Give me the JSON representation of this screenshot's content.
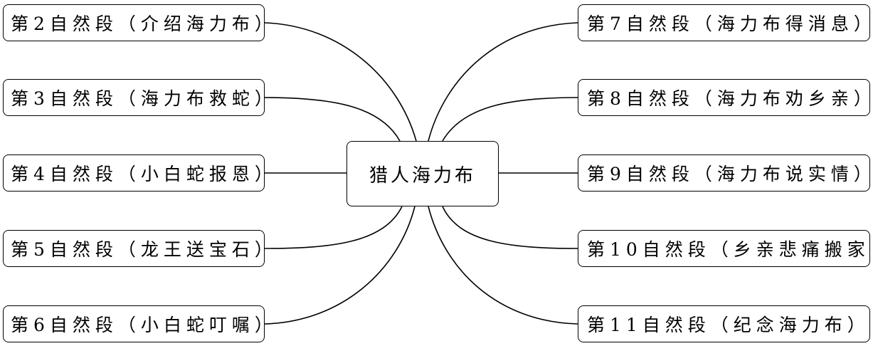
{
  "diagram": {
    "center": {
      "label": "猎人海力布"
    },
    "left_nodes": [
      {
        "label": "第2自然段（介绍海力布）"
      },
      {
        "label": "第3自然段（海力布救蛇）"
      },
      {
        "label": "第4自然段（小白蛇报恩）"
      },
      {
        "label": "第5自然段（龙王送宝石）"
      },
      {
        "label": "第6自然段（小白蛇叮嘱）"
      }
    ],
    "right_nodes": [
      {
        "label": "第7自然段（海力布得消息）"
      },
      {
        "label": "第8自然段（海力布劝乡亲）"
      },
      {
        "label": "第9自然段（海力布说实情）"
      },
      {
        "label": "第10自然段（乡亲悲痛搬家）"
      },
      {
        "label": "第11自然段（纪念海力布）"
      }
    ],
    "colors": {
      "line": "#000000",
      "border": "#000000",
      "background": "#ffffff"
    }
  }
}
